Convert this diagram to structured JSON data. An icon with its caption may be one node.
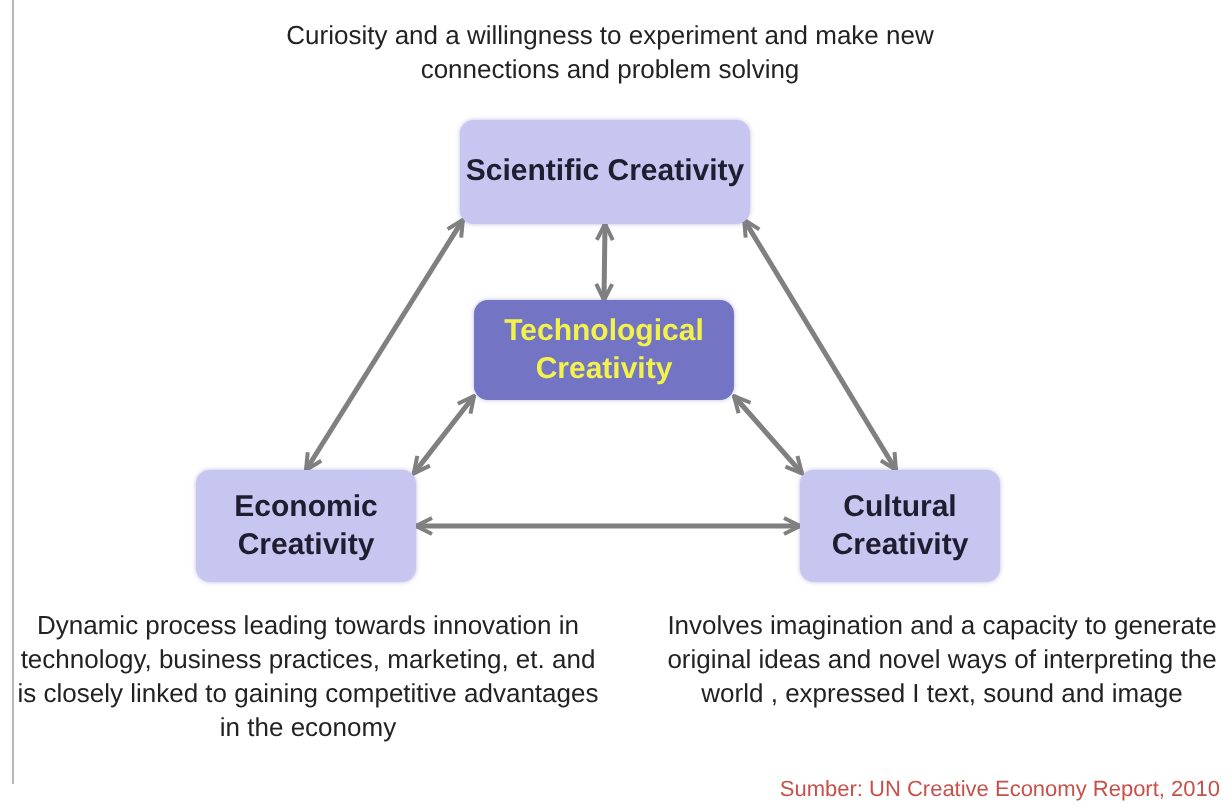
{
  "diagram": {
    "nodes": [
      {
        "text": [
          "Scientific Creativity"
        ],
        "beside": [
          "Curiosity and a willingness to experiment and make new connections and problem solving"
        ]
      },
      {
        "text": [
          "Technological Creativity"
        ]
      },
      {
        "text": [
          "Economic Creativity"
        ],
        "beside": [
          "Dynamic process leading towards innovation in technology, business practices, marketing, et. and is closely linked to gaining competitive advantages in the economy"
        ]
      },
      {
        "text": [
          "Cultural Creativity"
        ],
        "beside": [
          "Involves imagination and a capacity to generate original ideas and novel ways of interpreting the world , expressed I text, sound and image"
        ]
      }
    ],
    "edges": [
      {
        "from": 0,
        "to": 1,
        "arrow": "both"
      },
      {
        "from": 0,
        "to": 2,
        "arrow": "both"
      },
      {
        "from": 0,
        "to": 3,
        "arrow": "both"
      },
      {
        "from": 1,
        "to": 2,
        "arrow": "both"
      },
      {
        "from": 1,
        "to": 3,
        "arrow": "both"
      },
      {
        "from": 2,
        "to": 3,
        "arrow": "both"
      }
    ],
    "labels": [
      "Sumber: UN Creative Economy Report, 2010"
    ]
  }
}
